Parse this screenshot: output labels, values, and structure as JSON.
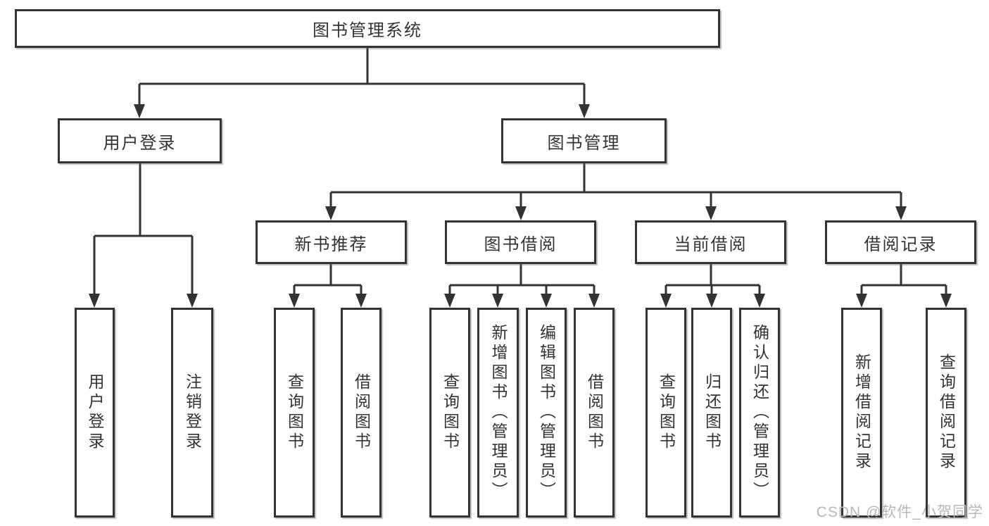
{
  "diagram": {
    "tree": {
      "root": {
        "label": "图书管理系统"
      },
      "branches": [
        {
          "label": "用户登录",
          "children": [
            {
              "label": "用户登录"
            },
            {
              "label": "注销登录"
            }
          ]
        },
        {
          "label": "图书管理",
          "children": [
            {
              "label": "新书推荐",
              "children": [
                {
                  "label": "查询图书"
                },
                {
                  "label": "借阅图书"
                }
              ]
            },
            {
              "label": "图书借阅",
              "children": [
                {
                  "label": "查询图书"
                },
                {
                  "label": "新增图书（管理员）"
                },
                {
                  "label": "编辑图书（管理员）"
                },
                {
                  "label": "借阅图书"
                }
              ]
            },
            {
              "label": "当前借阅",
              "children": [
                {
                  "label": "查询图书"
                },
                {
                  "label": "归还图书"
                },
                {
                  "label": "确认归还（管理员）"
                }
              ]
            },
            {
              "label": "借阅记录",
              "children": [
                {
                  "label": "新增借阅记录"
                },
                {
                  "label": "查询借阅记录"
                }
              ]
            }
          ]
        }
      ]
    }
  },
  "watermark": {
    "text": "CSDN @软件_小贺同学"
  },
  "colors": {
    "line": "#333333",
    "text": "#333333",
    "background": "#ffffff",
    "watermark": "#b8b8b8"
  }
}
